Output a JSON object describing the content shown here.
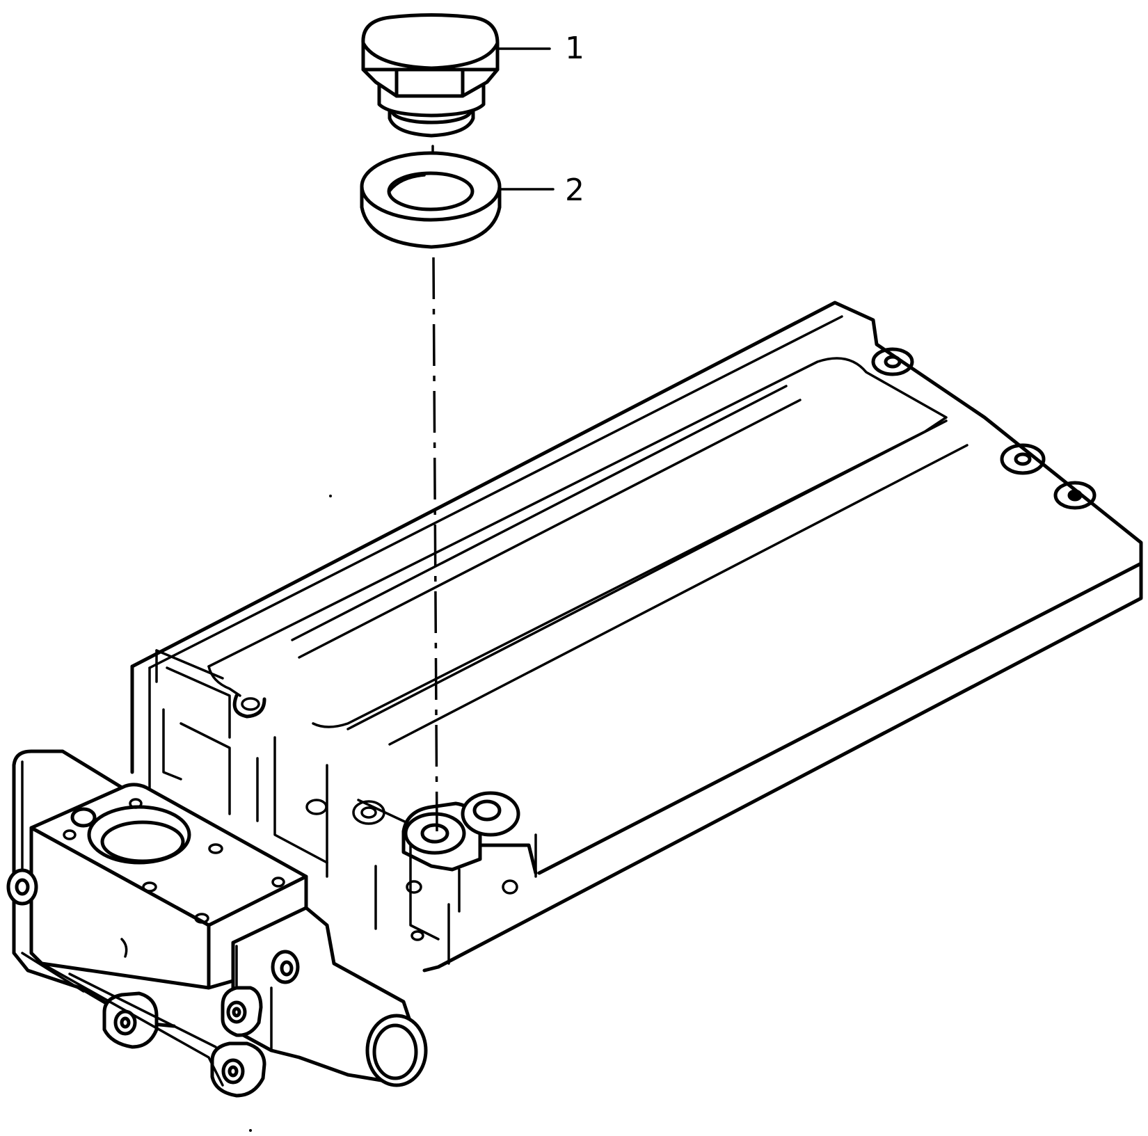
{
  "callouts": [
    {
      "number": "1",
      "part": "plug"
    },
    {
      "number": "2",
      "part": "gasket"
    }
  ]
}
